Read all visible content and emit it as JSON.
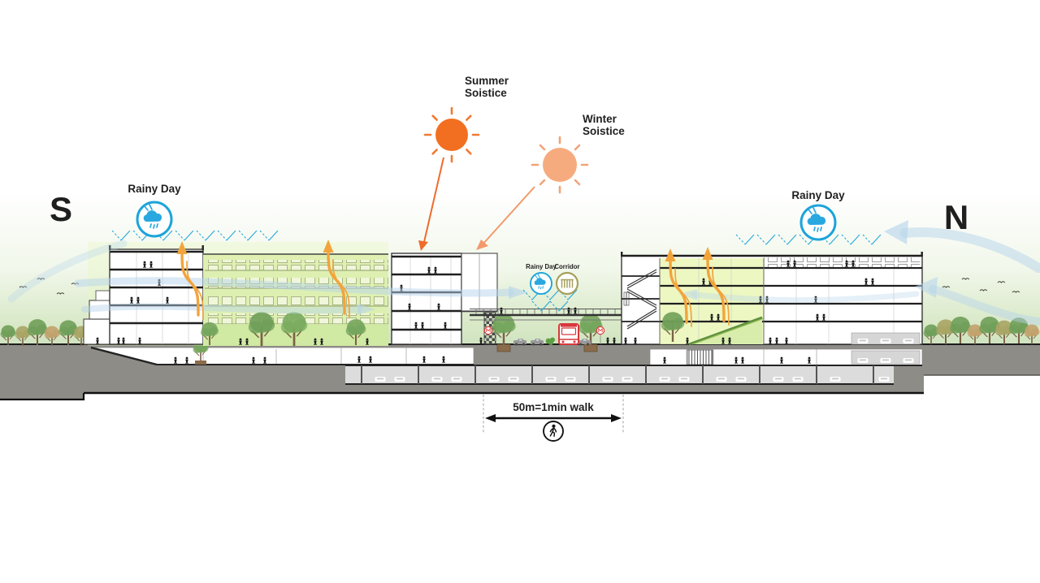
{
  "compass": {
    "south": "S",
    "north": "N"
  },
  "annotations": {
    "rainy_day_left": "Rainy Day",
    "rainy_day_right": "Rainy Day",
    "summer_solstice": {
      "line1": "Summer",
      "line2": "Soistice"
    },
    "winter_solstice": {
      "line1": "Winter",
      "line2": "Soistice"
    },
    "corridor_rainy": "Rainy Day",
    "corridor": "Corridor",
    "scale": "50m=1min walk"
  },
  "icons": {
    "rainy_day": "cloud-rain-icon",
    "corridor": "pergola-corridor-icon",
    "summer_sun": "sun-icon",
    "winter_sun": "sun-icon",
    "walk_scale": "pedestrian-icon",
    "wind": "wind-flow-arrow",
    "ventilation": "stack-ventilation-arrow"
  },
  "colors": {
    "accent_orange": "#f26d21",
    "summer_sun": "#f26f21",
    "winter_sun": "#f6ab7e",
    "rain_blue": "#1ca4da",
    "corridor_olive": "#a6a15c",
    "wind_blue": "#b5d3ec",
    "vent_orange": "#f2a43c",
    "highlight_green": "#e9f6bf",
    "earth_gray": "#8e8c87",
    "bus_red": "#d7373c"
  }
}
